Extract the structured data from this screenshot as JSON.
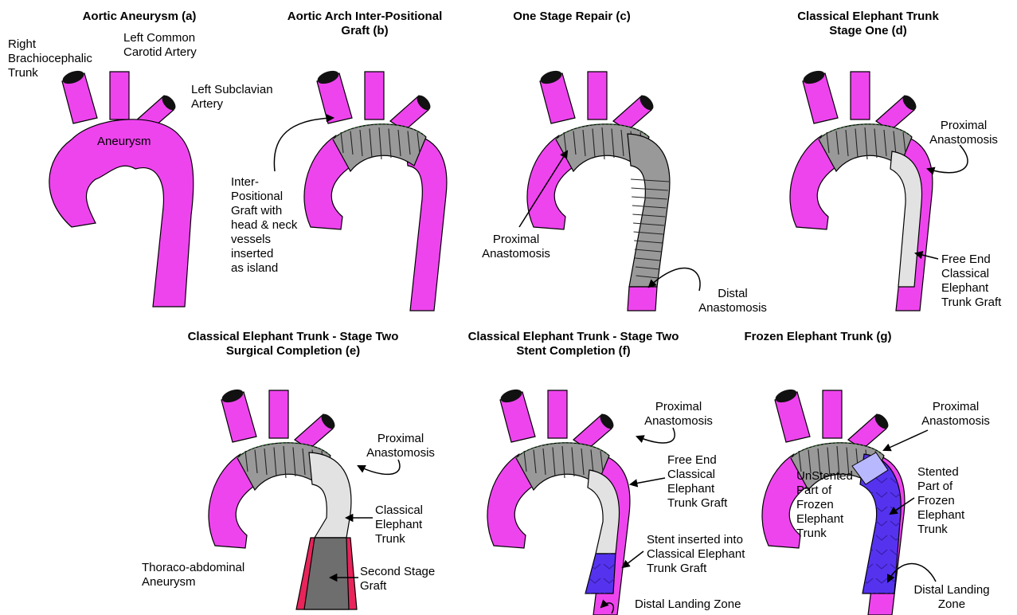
{
  "panels": {
    "a": {
      "title": [
        "Aortic Aneurysm (a)"
      ],
      "labels": {
        "brachio": [
          "Right",
          "Brachiocephalic",
          "Trunk"
        ],
        "carotid": [
          "Left Common",
          "Carotid Artery"
        ],
        "subclavian": [
          "Left Subclavian",
          "Artery"
        ],
        "aneurysm": [
          "Aneurysm"
        ]
      }
    },
    "b": {
      "title": [
        "Aortic Arch Inter-Positional",
        "Graft (b)"
      ],
      "labels": {
        "interpos": [
          "Inter-",
          "Positional",
          "Graft with",
          "head & neck",
          "vessels",
          "inserted",
          "as island"
        ]
      }
    },
    "c": {
      "title": [
        "One Stage Repair (c)"
      ],
      "labels": {
        "proximal": [
          "Proximal",
          "Anastomosis"
        ],
        "distal": [
          "Distal",
          "Anastomosis"
        ]
      }
    },
    "d": {
      "title": [
        "Classical Elephant Trunk",
        "Stage One (d)"
      ],
      "labels": {
        "proximal": [
          "Proximal",
          "Anastomosis"
        ],
        "freeend": [
          "Free End",
          "Classical",
          "Elephant",
          "Trunk Graft"
        ]
      }
    },
    "e": {
      "title": [
        "Classical Elephant Trunk - Stage Two",
        "Surgical Completion (e)"
      ],
      "labels": {
        "proximal": [
          "Proximal",
          "Anastomosis"
        ],
        "classical": [
          "Classical",
          "Elephant",
          "Trunk"
        ],
        "thoraco": [
          "Thoraco-abdominal",
          "Aneurysm"
        ],
        "second": [
          "Second Stage",
          "Graft"
        ]
      }
    },
    "f": {
      "title": [
        "Classical Elephant Trunk - Stage Two",
        "Stent Completion (f)"
      ],
      "labels": {
        "proximal": [
          "Proximal",
          "Anastomosis"
        ],
        "freeend": [
          "Free End",
          "Classical",
          "Elephant",
          "Trunk Graft"
        ],
        "stent": [
          "Stent inserted into",
          "Classical Elephant",
          "Trunk Graft"
        ],
        "landing": [
          "Distal Landing Zone"
        ]
      }
    },
    "g": {
      "title": [
        "Frozen Elephant Trunk (g)"
      ],
      "labels": {
        "proximal": [
          "Proximal",
          "Anastomosis"
        ],
        "unstented": [
          "UnStented",
          "Part of",
          "Frozen",
          "Elephant",
          "Trunk"
        ],
        "stented": [
          "Stented",
          "Part of",
          "Frozen",
          "Elephant",
          "Trunk"
        ],
        "landing": [
          "Distal Landing",
          "Zone"
        ]
      }
    }
  },
  "colors": {
    "aorta": "#ee44ee",
    "graft": "#999999",
    "graft_light": "#e2e2e2",
    "graft_dark": "#6e6e6e",
    "stent": "#5533ee",
    "stent_light": "#b8b8ff",
    "aneurysm_edge": "#e8245a",
    "vessel_cap": "#111111"
  }
}
